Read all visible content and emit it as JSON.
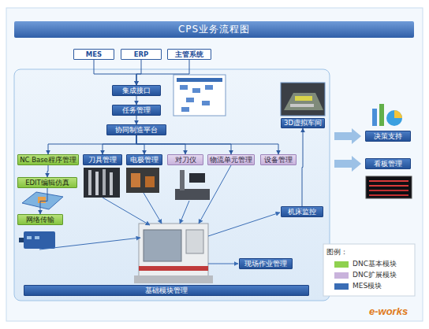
{
  "diagram": {
    "title": "CPS业务流程图",
    "nodes": [
      {
        "text": [
          "MES"
        ]
      },
      {
        "text": [
          "ERP"
        ]
      },
      {
        "text": [
          "主管系统"
        ]
      },
      {
        "text": [
          "集成接口"
        ]
      },
      {
        "text": [
          "任务管理"
        ]
      },
      {
        "text": [
          "协同制造平台"
        ]
      },
      {
        "text": [
          "3D虚拟车间"
        ]
      },
      {
        "text": [
          "决策支持"
        ]
      },
      {
        "text": [
          "看板管理"
        ]
      },
      {
        "text": [
          "NC Base程序管理"
        ]
      },
      {
        "text": [
          "刀具管理"
        ]
      },
      {
        "text": [
          "电极管理"
        ]
      },
      {
        "text": [
          "对刀仪"
        ]
      },
      {
        "text": [
          "物流单元管理"
        ]
      },
      {
        "text": [
          "设备管理"
        ]
      },
      {
        "text": [
          "EDIT编辑仿真"
        ]
      },
      {
        "text": [
          "网络传输"
        ]
      },
      {
        "text": [
          "机床监控"
        ]
      },
      {
        "text": [
          "现场作业管理"
        ]
      },
      {
        "text": [
          "基础模块管理"
        ]
      }
    ],
    "edges": [
      {
        "from": 0,
        "to": 3,
        "arrow": "to"
      },
      {
        "from": 1,
        "to": 3,
        "arrow": "to"
      },
      {
        "from": 2,
        "to": 3,
        "arrow": "to"
      },
      {
        "from": 3,
        "to": 4,
        "arrow": "to"
      },
      {
        "from": 4,
        "to": 5,
        "arrow": "to"
      },
      {
        "from": 5,
        "to": 9,
        "arrow": "to"
      },
      {
        "from": 5,
        "to": 10,
        "arrow": "to"
      },
      {
        "from": 5,
        "to": 11,
        "arrow": "to"
      },
      {
        "from": 5,
        "to": 12,
        "arrow": "to"
      },
      {
        "from": 5,
        "to": 13,
        "arrow": "to"
      },
      {
        "from": 5,
        "to": 14,
        "arrow": "to"
      },
      {
        "from": 9,
        "to": 15,
        "arrow": "to"
      },
      {
        "from": 15,
        "to": 16,
        "arrow": "to"
      },
      {
        "from": 17,
        "to": 6,
        "arrow": "to"
      }
    ],
    "labels": [
      "图例：",
      "e-works"
    ],
    "legend": [
      {
        "text": "DNC基本模块",
        "color": "#8fd14f"
      },
      {
        "text": "DNC扩展模块",
        "color": "#c9b3dc"
      },
      {
        "text": "MES模块",
        "color": "#3a6db5"
      }
    ]
  }
}
